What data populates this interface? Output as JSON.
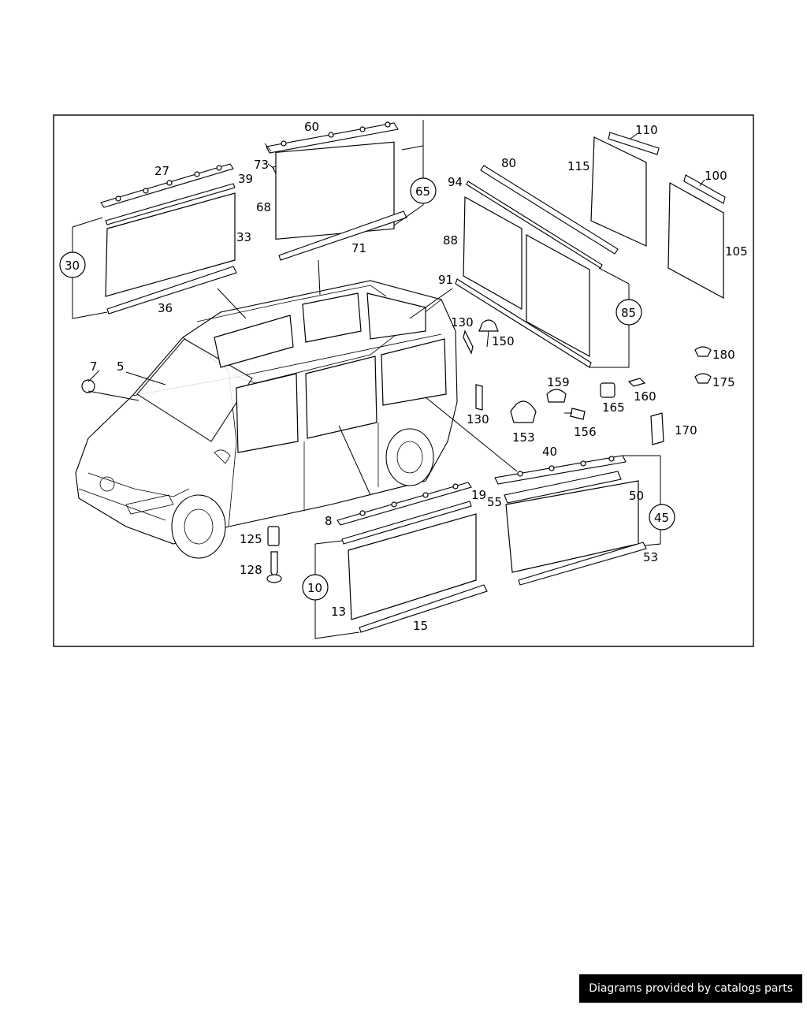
{
  "footer": {
    "text": "Diagrams provided by catalogs parts"
  },
  "callouts": {
    "c60": "60",
    "c73": "73",
    "c68": "68",
    "c71": "71",
    "c65": "65",
    "c27": "27",
    "c39": "39",
    "c33": "33",
    "c30": "30",
    "c36": "36",
    "c80": "80",
    "c94": "94",
    "c88": "88",
    "c91": "91",
    "c85": "85",
    "c110": "110",
    "c115": "115",
    "c100": "100",
    "c105": "105",
    "c130a": "130",
    "c150": "150",
    "c180": "180",
    "c175": "175",
    "c7": "7",
    "c5": "5",
    "c159": "159",
    "c160": "160",
    "c165": "165",
    "c130b": "130",
    "c153": "153",
    "c156": "156",
    "c170": "170",
    "c40": "40",
    "c55": "55",
    "c50": "50",
    "c45": "45",
    "c53": "53",
    "c8": "8",
    "c19": "19",
    "c125": "125",
    "c128": "128",
    "c10": "10",
    "c13": "13",
    "c15": "15"
  }
}
